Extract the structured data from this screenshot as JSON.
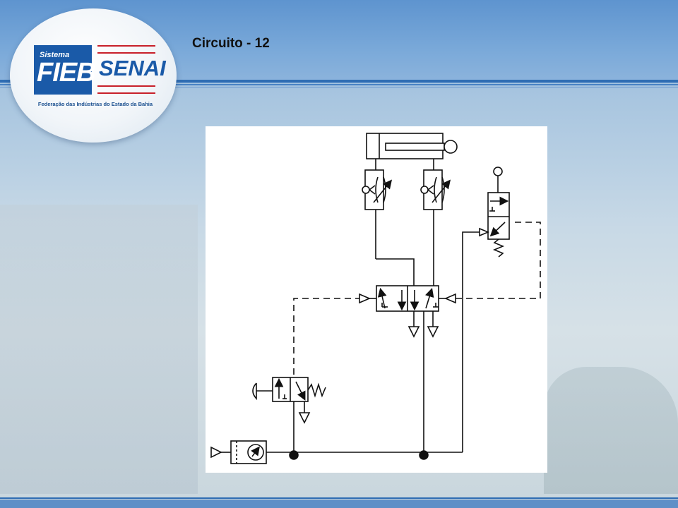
{
  "slide": {
    "title": "Circuito - 12"
  },
  "logo": {
    "sistema": "Sistema",
    "fieb": "FIEB",
    "senai": "SENAI",
    "subtitle": "Federação das Indústrias do Estado da Bahia",
    "brand_blue": "#1a5aa8",
    "brand_red": "#c8202a"
  },
  "diagram": {
    "description_icon": "pneumatic-circuit-diagram",
    "line_color": "#111111",
    "background": "#ffffff"
  },
  "theme": {
    "top_band": "#5e94cf",
    "stripe": "#2f6db3"
  }
}
